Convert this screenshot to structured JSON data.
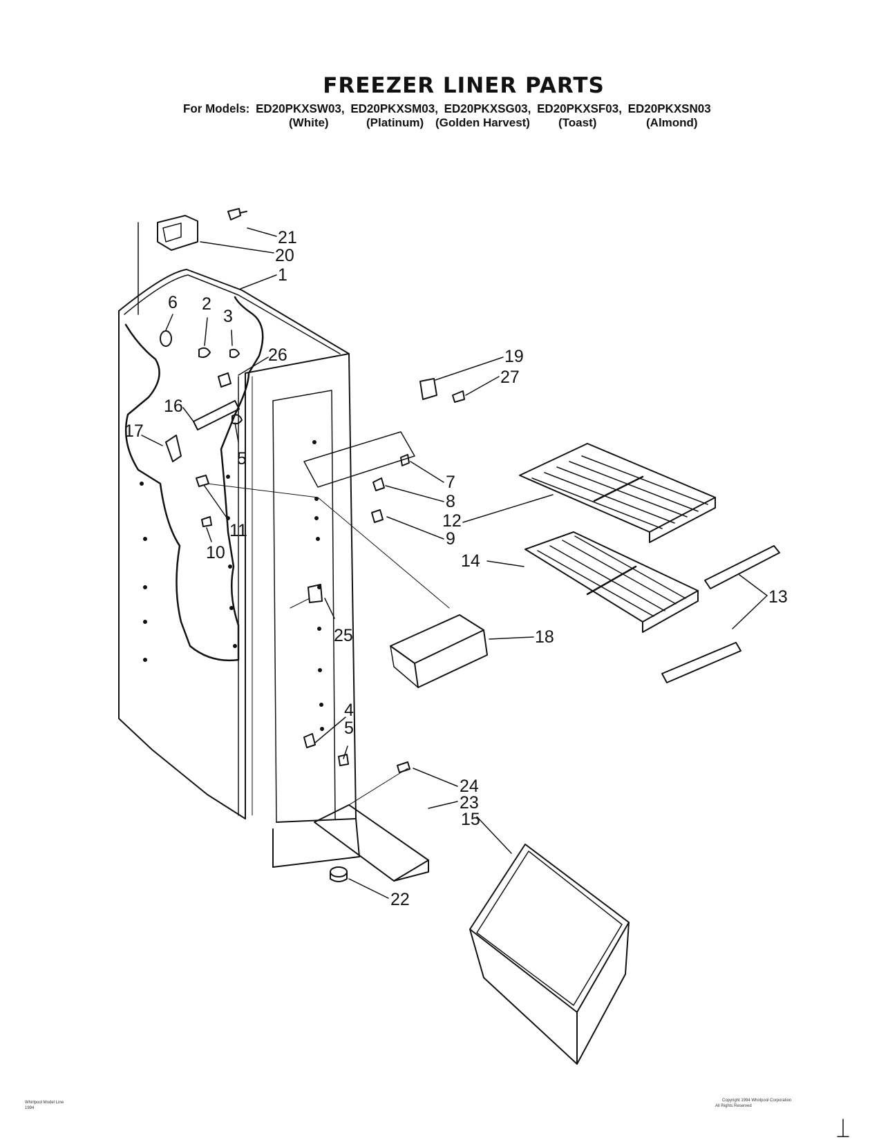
{
  "title": "FREEZER LINER PARTS",
  "models_prefix": "For Models:",
  "models": [
    {
      "code": "ED20PKXSW03,",
      "color": "(White)"
    },
    {
      "code": "ED20PKXSM03,",
      "color": "(Platinum)"
    },
    {
      "code": "ED20PKXSG03,",
      "color": "(Golden Harvest)"
    },
    {
      "code": "ED20PKXSF03,",
      "color": "(Toast)"
    },
    {
      "code": "ED20PKXSN03",
      "color": "(Almond)"
    }
  ],
  "callouts": {
    "c21": "21",
    "c20": "20",
    "c1": "1",
    "c6": "6",
    "c2": "2",
    "c3": "3",
    "c26": "26",
    "c16": "16",
    "c17": "17",
    "c5a": "5",
    "c11": "11",
    "c10": "10",
    "c19": "19",
    "c27": "27",
    "c7": "7",
    "c8": "8",
    "c12": "12",
    "c9": "9",
    "c14": "14",
    "c13": "13",
    "c18": "18",
    "c25": "25",
    "c4": "4",
    "c5b": "5",
    "c24": "24",
    "c23": "23",
    "c15": "15",
    "c22": "22"
  },
  "footer": {
    "left_line1": "Whirlpool Model Line",
    "left_line2": "1994",
    "right_line1": "Copyright 1994 Whirlpool Corporation",
    "right_line2": "All Rights Reserved"
  }
}
